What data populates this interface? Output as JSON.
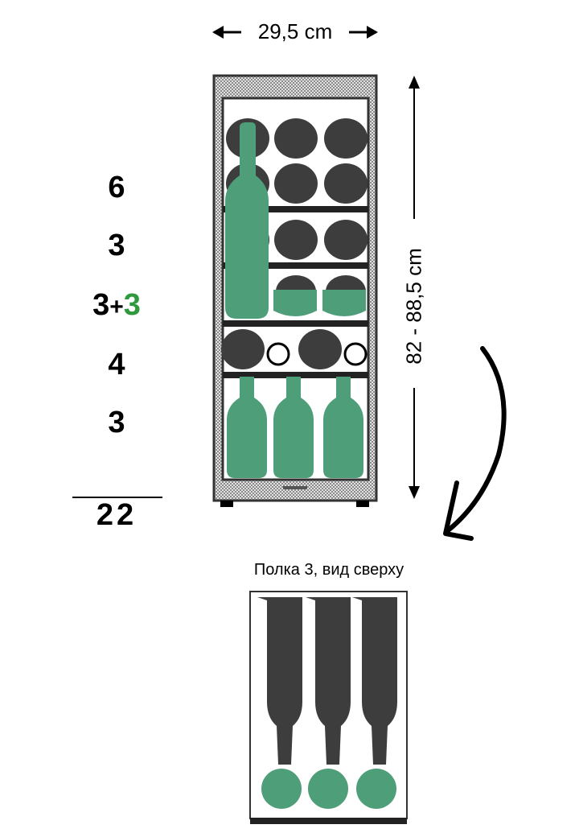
{
  "dimensions": {
    "width_label": "29,5 cm",
    "height_label": "82 - 88,5 cm"
  },
  "shelf_counts": [
    {
      "base": "6",
      "extra": ""
    },
    {
      "base": "3",
      "extra": ""
    },
    {
      "base": "3",
      "plus": "+",
      "extra": "3"
    },
    {
      "base": "4",
      "extra": ""
    },
    {
      "base": "3",
      "extra": ""
    }
  ],
  "total": "22",
  "top_view": {
    "caption": "Полка 3, вид сверху"
  },
  "colors": {
    "bottle_green": "#4f9e7a",
    "bottle_dark": "#3d3d3d",
    "frame": "#333333",
    "extra_count": "#2e9a3c"
  }
}
